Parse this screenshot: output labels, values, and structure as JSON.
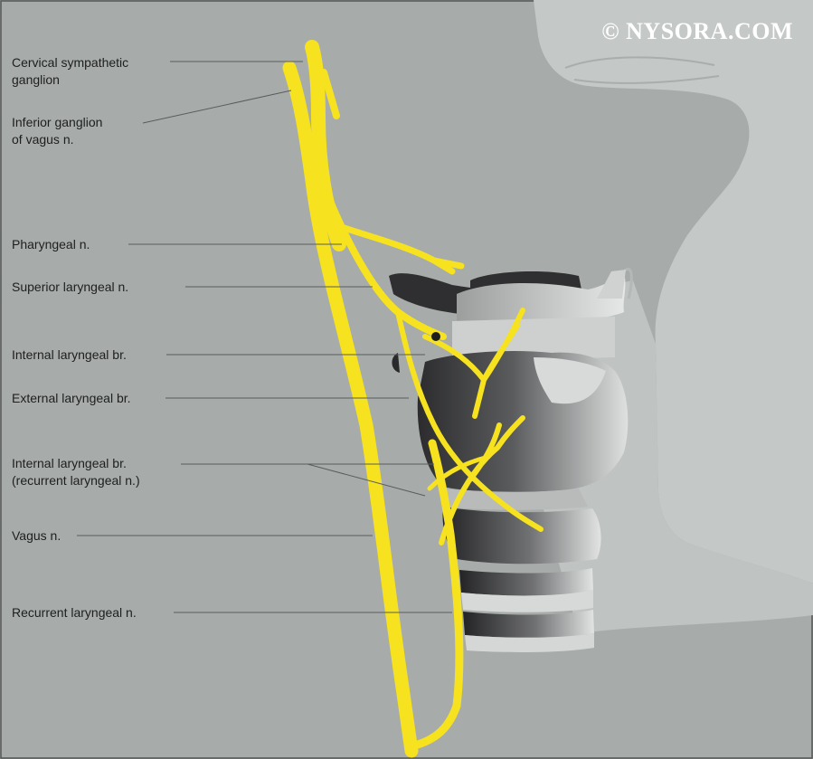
{
  "watermark": "© NYSORA.COM",
  "labels": {
    "cervical_sympathetic_ganglion": "Cervical sympathetic\nganglion",
    "inferior_ganglion_vagus": "Inferior ganglion\nof vagus n.",
    "pharyngeal": "Pharyngeal n.",
    "superior_laryngeal": "Superior laryngeal n.",
    "internal_laryngeal": "Internal laryngeal br.",
    "external_laryngeal": "External laryngeal br.",
    "internal_laryngeal_recurrent": "Internal laryngeal br.\n(recurrent laryngeal n.)",
    "vagus": "Vagus n.",
    "recurrent_laryngeal": "Recurrent laryngeal n."
  },
  "colors": {
    "background": "#a7acaa",
    "silhouette": "#c7cbc9",
    "nerve": "#f6e21e",
    "cartilage_light": "#d9dcdb",
    "cartilage_dark": "#3c3c3e",
    "leader_line": "#5a5d5c",
    "label_text": "#1e1e1e",
    "watermark": "#ffffff"
  }
}
